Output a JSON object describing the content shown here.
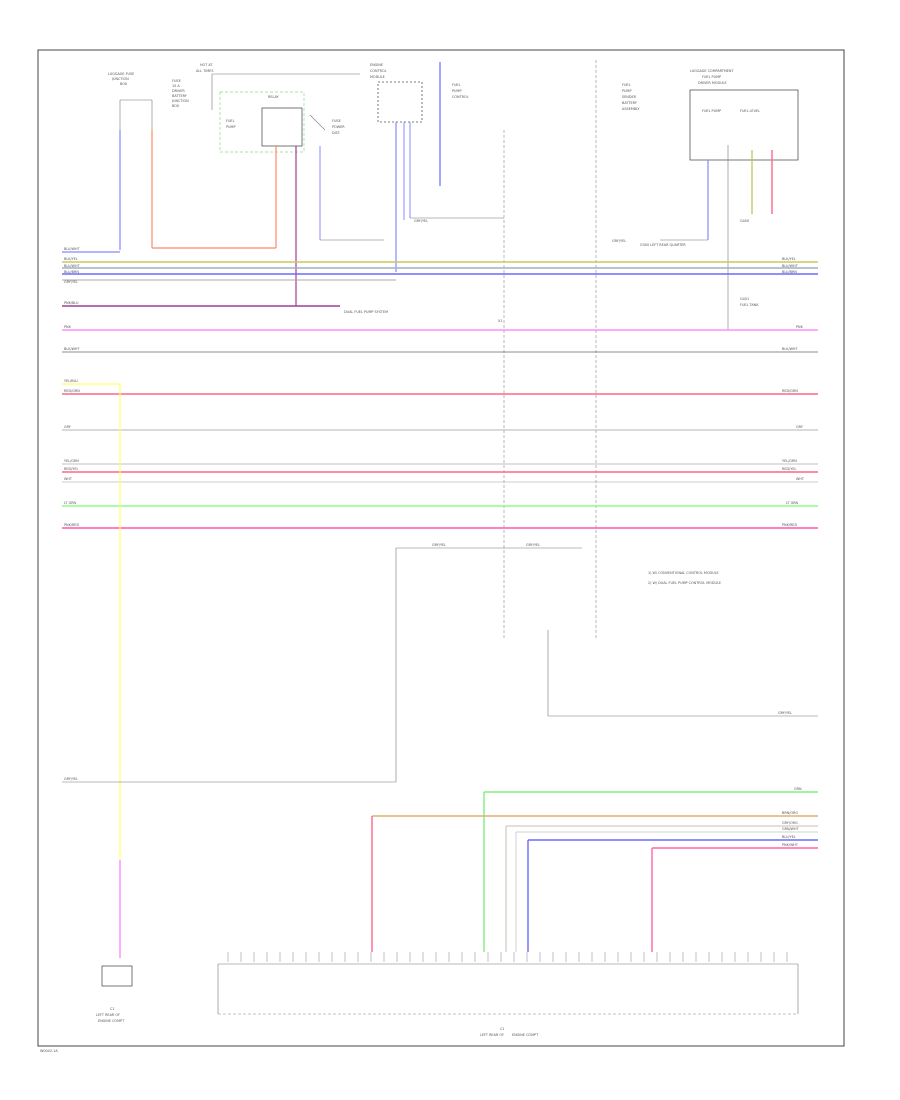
{
  "page": {
    "footer_code": "W0042-1A"
  },
  "components": {
    "top_left_connector": [
      "LUGGAGE FUSE",
      "JUNCTION",
      "BOX"
    ],
    "top_fuse": [
      "HOT AT",
      "ALL TIMES"
    ],
    "fuse_block": [
      "FUSE",
      "15 A",
      "DRIVER",
      "BATTERY",
      "JUNCTION",
      "BOX"
    ],
    "relay": "RELAY",
    "fuel_pump_relay": [
      "FUEL",
      "PUMP"
    ],
    "right_fuse": [
      "FUSE",
      "POWER",
      "DIST."
    ],
    "ecm_top": [
      "ENGINE",
      "CONTROL",
      "MODULE"
    ],
    "junction_label": [
      "FUEL",
      "PUMP",
      "CONTROL"
    ],
    "far_right_labels": [
      "FUEL",
      "PUMP",
      "SENDER",
      "BATTERY",
      "ASSEMBLY"
    ],
    "top_right_module": [
      "LUGGAGE COMPARTMENT",
      "FUEL PUMP",
      "DRIVER MODULE"
    ],
    "module_pins": [
      "FUEL PUMP",
      "FUEL LEVEL"
    ],
    "ground": [
      "G400"
    ],
    "right_ground": [
      "G401",
      "FUEL TANK"
    ],
    "ground_note": "G300 LEFT REAR QUARTER",
    "legend": [
      "1) W/ CONVENTIONAL CONTROL MODULE",
      "2) W/ DUAL FUEL PUMP CONTROL MODULE"
    ],
    "left_bottom_connector": [
      "C1",
      "LEFT REAR OF",
      "ENGINE COMPT"
    ],
    "bottom_connector": [
      "C1",
      "LEFT REAR OF",
      "ENGINE COMPT"
    ]
  },
  "wires": [
    {
      "label_left": "BLU/WHT",
      "label_right": "",
      "color": "#8888ff"
    },
    {
      "label_left": "BLK/YEL",
      "label_right": "BLK/YEL",
      "color": "#c8c860"
    },
    {
      "label_left": "BLU/WHT",
      "label_right": "BLU/WHT",
      "color": "#9fb0cc"
    },
    {
      "label_left": "BLU/BRN",
      "label_right": "BLU/BRN",
      "color": "#6a6aff"
    },
    {
      "label_left": "GRY/YEL",
      "label_right": "",
      "color": "#aaaaaa"
    },
    {
      "label_left": "PNK/BLU",
      "label_right": "",
      "color": "#a04090"
    },
    {
      "label_left": "PNK",
      "label_right": "PNK",
      "color": "#ff77ff"
    },
    {
      "label_left": "BLK/WHT",
      "label_right": "BLK/WHT",
      "color": "#666666"
    },
    {
      "label_left": "YEL/BLU",
      "label_right": "",
      "color": "#ffff66"
    },
    {
      "label_left": "RED/GRN",
      "label_right": "RED/GRN",
      "color": "#ff6688"
    },
    {
      "label_left": "GRY",
      "label_right": "GRY",
      "color": "#9a9aaa"
    },
    {
      "label_left": "YEL/GRN",
      "label_right": "YEL/GRN",
      "color": "#c0c0c0"
    },
    {
      "label_left": "RED/YEL",
      "label_right": "RED/YEL",
      "color": "#ff6688"
    },
    {
      "label_left": "WHT",
      "label_right": "WHT",
      "color": "#bbbbbb"
    },
    {
      "label_left": "LT GRN",
      "label_right": "LT GRN",
      "color": "#88ff88"
    },
    {
      "label_left": "PNK/RED",
      "label_right": "PNK/RED",
      "color": "#ff55aa"
    }
  ],
  "bottom_wires": [
    {
      "label": "GRN",
      "color": "#66ee66"
    },
    {
      "label": "BRN/ORG",
      "color": "#e0b070"
    },
    {
      "label": "GRY/ORG",
      "color": "#c0c0b0"
    },
    {
      "label": "GRN/WHT",
      "color": "#d0d0d0"
    },
    {
      "label": "BLU/YEL",
      "color": "#6a6aff"
    },
    {
      "label": "PNK/WHT",
      "color": "#ff66aa"
    }
  ],
  "small_labels": {
    "gry_yel_1": "GRY/YEL",
    "gry_yel_2": "GRY/YEL",
    "gry_yel_3": "GRY/YEL",
    "gry_yel_4": "GRY/YEL",
    "gry_yel_5": "GRY/YEL",
    "gry_yel_6": "GRY/YEL",
    "fuel_pump_note": "DUAL FUEL PUMP SYSTEM",
    "x_ref": "X1"
  }
}
